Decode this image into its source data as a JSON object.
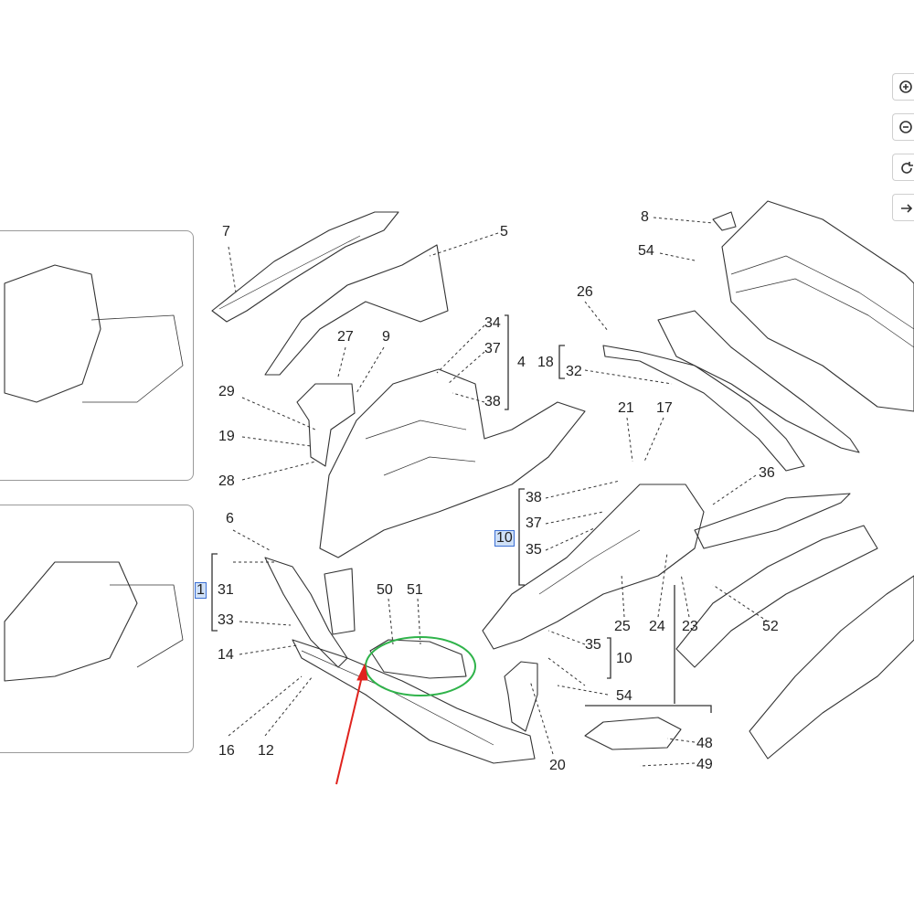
{
  "callouts": [
    {
      "id": "c7",
      "text": "7"
    },
    {
      "id": "c5",
      "text": "5"
    },
    {
      "id": "c27",
      "text": "27"
    },
    {
      "id": "c9",
      "text": "9"
    },
    {
      "id": "c34",
      "text": "34"
    },
    {
      "id": "c37a",
      "text": "37"
    },
    {
      "id": "c4",
      "text": "4"
    },
    {
      "id": "c38a",
      "text": "38"
    },
    {
      "id": "c29",
      "text": "29"
    },
    {
      "id": "c19",
      "text": "19"
    },
    {
      "id": "c28",
      "text": "28"
    },
    {
      "id": "c6",
      "text": "6"
    },
    {
      "id": "c31",
      "text": "31"
    },
    {
      "id": "c33",
      "text": "33"
    },
    {
      "id": "c14",
      "text": "14"
    },
    {
      "id": "c50",
      "text": "50"
    },
    {
      "id": "c51",
      "text": "51"
    },
    {
      "id": "c16",
      "text": "16"
    },
    {
      "id": "c12",
      "text": "12"
    },
    {
      "id": "c8",
      "text": "8"
    },
    {
      "id": "c54a",
      "text": "54"
    },
    {
      "id": "c26",
      "text": "26"
    },
    {
      "id": "c18",
      "text": "18"
    },
    {
      "id": "c32",
      "text": "32"
    },
    {
      "id": "c21",
      "text": "21"
    },
    {
      "id": "c17",
      "text": "17"
    },
    {
      "id": "c38b",
      "text": "38"
    },
    {
      "id": "c36",
      "text": "36"
    },
    {
      "id": "c37b",
      "text": "37"
    },
    {
      "id": "c35a",
      "text": "35"
    },
    {
      "id": "c25",
      "text": "25"
    },
    {
      "id": "c24",
      "text": "24"
    },
    {
      "id": "c23",
      "text": "23"
    },
    {
      "id": "c52",
      "text": "52"
    },
    {
      "id": "c35b",
      "text": "35"
    },
    {
      "id": "c10",
      "text": "10"
    },
    {
      "id": "c54b",
      "text": "54"
    },
    {
      "id": "c20",
      "text": "20"
    },
    {
      "id": "c48",
      "text": "48"
    },
    {
      "id": "c49",
      "text": "49"
    }
  ],
  "highlighted_refs": [
    {
      "id": "h1",
      "text": "1"
    },
    {
      "id": "h10",
      "text": "10"
    }
  ],
  "toolbar": [
    {
      "name": "zoom-in-icon"
    },
    {
      "name": "zoom-out-icon"
    },
    {
      "name": "rotate-icon"
    },
    {
      "name": "arrow-right-icon"
    }
  ],
  "colors": {
    "highlight_circle": "#2fb34a",
    "arrow": "#e0231e",
    "line": "#333333"
  }
}
